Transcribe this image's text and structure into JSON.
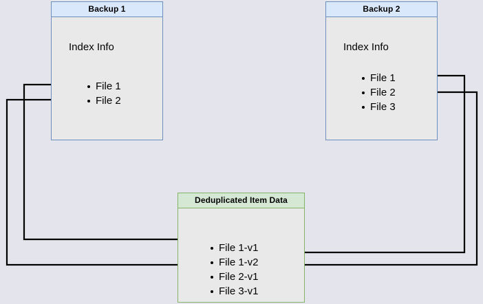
{
  "diagram": {
    "background_color": "#e4e4ec",
    "blue_fill": "#dae8fc",
    "blue_stroke": "#6c8ebf",
    "green_fill": "#d5e8d4",
    "green_stroke": "#82b366",
    "body_fill": "#e9e9e9",
    "edge_color": "#000000"
  },
  "backup1": {
    "title": "Backup 1",
    "caption": "Index Info",
    "files": [
      {
        "label": "File 1"
      },
      {
        "label": "File 2"
      }
    ]
  },
  "backup2": {
    "title": "Backup 2",
    "caption": "Index Info",
    "files": [
      {
        "label": "File 1"
      },
      {
        "label": "File 2"
      },
      {
        "label": "File 3"
      }
    ]
  },
  "dedup": {
    "title": "Deduplicated Item Data",
    "items": [
      {
        "label": "File 1-v1"
      },
      {
        "label": "File 1-v2"
      },
      {
        "label": "File 2-v1"
      },
      {
        "label": "File 3-v1"
      }
    ]
  },
  "edges": [
    {
      "name": "backup1-file1-to-file1v1",
      "from": "Backup 1 / File 1",
      "to": "Deduplicated Item Data / File 1-v1"
    },
    {
      "name": "backup1-file2-to-file2v1",
      "from": "Backup 1 / File 2",
      "to": "Deduplicated Item Data / File 2-v1"
    },
    {
      "name": "backup2-file1-to-file1v2",
      "from": "Backup 2 / File 1",
      "to": "Deduplicated Item Data / File 1-v2"
    },
    {
      "name": "backup2-file2-to-file2v1",
      "from": "Backup 2 / File 2",
      "to": "Deduplicated Item Data / File 2-v1"
    }
  ]
}
